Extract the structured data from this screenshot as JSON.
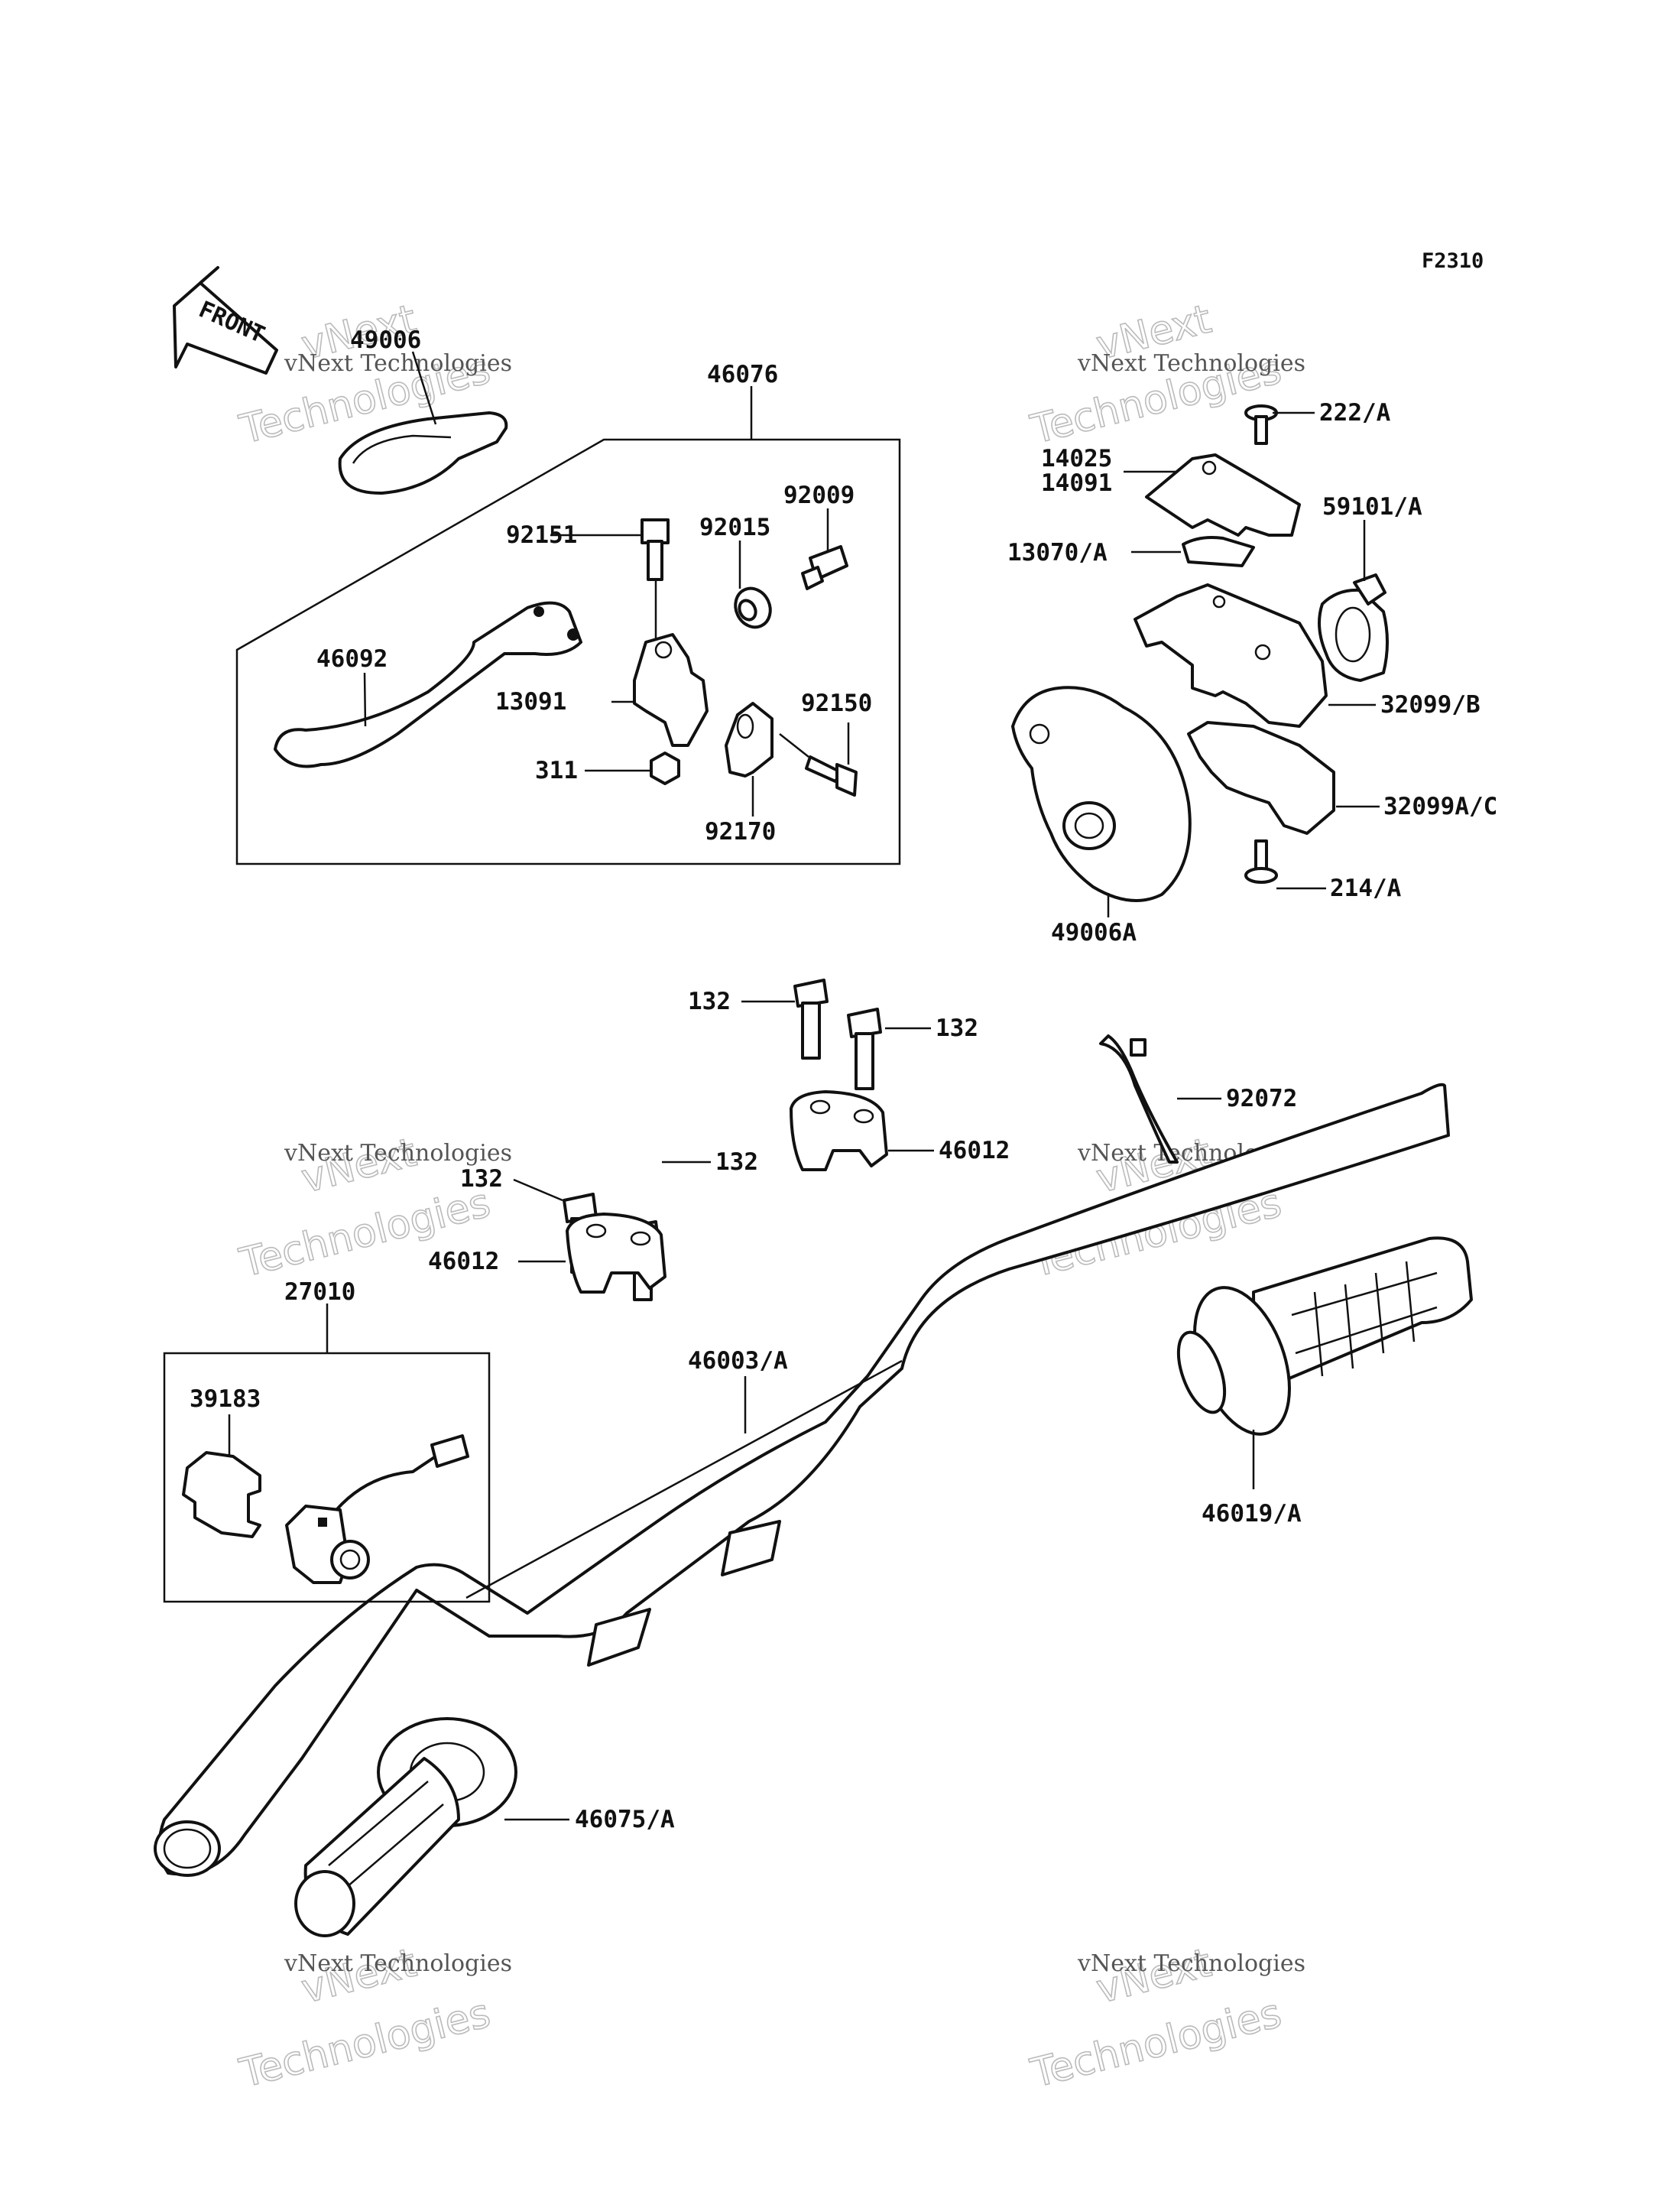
{
  "figure_code": "F2310",
  "front_label": "FRONT",
  "watermark": {
    "line1": "vNext Technologies",
    "line2": "vNext",
    "line3": "Technologies"
  },
  "labels": {
    "p49006": "49006",
    "p46076": "46076",
    "p92009": "92009",
    "p92015": "92015",
    "p92151": "92151",
    "p46092": "46092",
    "p13091": "13091",
    "p92150": "92150",
    "p311": "311",
    "p92170": "92170",
    "p222a": "222/A",
    "p14025": "14025",
    "p14091": "14091",
    "p59101a": "59101/A",
    "p13070a": "13070/A",
    "p32099b": "32099/B",
    "p32099ac": "32099A/C",
    "p214a": "214/A",
    "p49006a": "49006A",
    "p132a": "132",
    "p132b": "132",
    "p132c": "132",
    "p132d": "132",
    "p92072": "92072",
    "p46012a": "46012",
    "p46012b": "46012",
    "p27010": "27010",
    "p39183": "39183",
    "p46003a": "46003/A",
    "p46019a": "46019/A",
    "p46075a": "46075/A"
  }
}
